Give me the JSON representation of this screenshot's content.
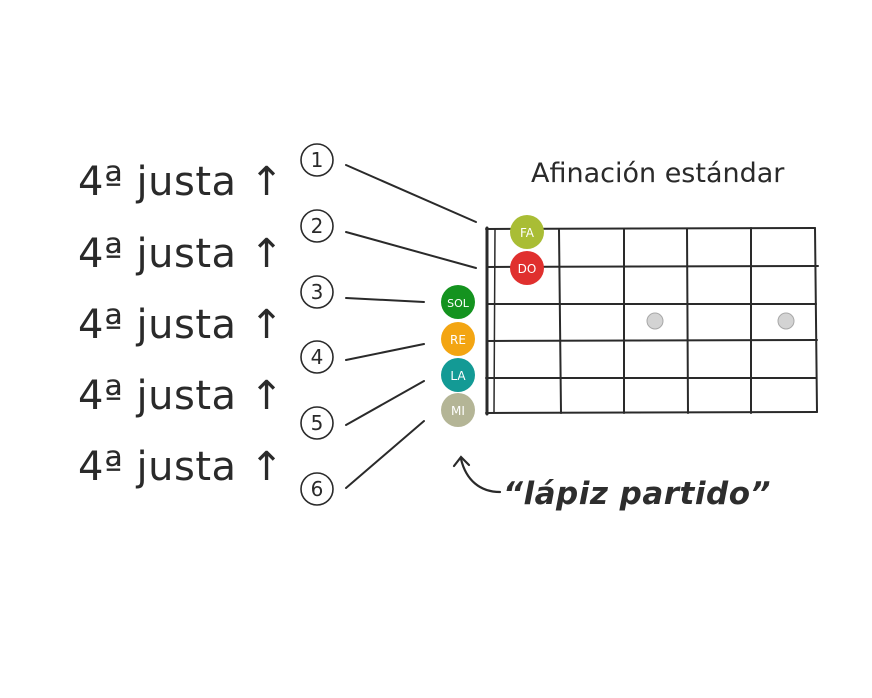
{
  "title": "Afinación estándar",
  "intervals": [
    "4ª justa ↑",
    "4ª justa ↑",
    "4ª justa ↑",
    "4ª justa ↑",
    "4ª justa ↑"
  ],
  "string_numbers": [
    "1",
    "2",
    "3",
    "4",
    "5",
    "6"
  ],
  "notes": [
    {
      "label": "FA",
      "color": "#a9bd35"
    },
    {
      "label": "DO",
      "color": "#e0302e"
    },
    {
      "label": "SOL",
      "color": "#14931f"
    },
    {
      "label": "RE",
      "color": "#f3a512"
    },
    {
      "label": "LA",
      "color": "#139a95"
    },
    {
      "label": "MI",
      "color": "#b4b596"
    }
  ],
  "caption": "“lápiz partido”",
  "colors": {
    "ink": "#2a2a2a",
    "marker": "#cfcfcf"
  }
}
